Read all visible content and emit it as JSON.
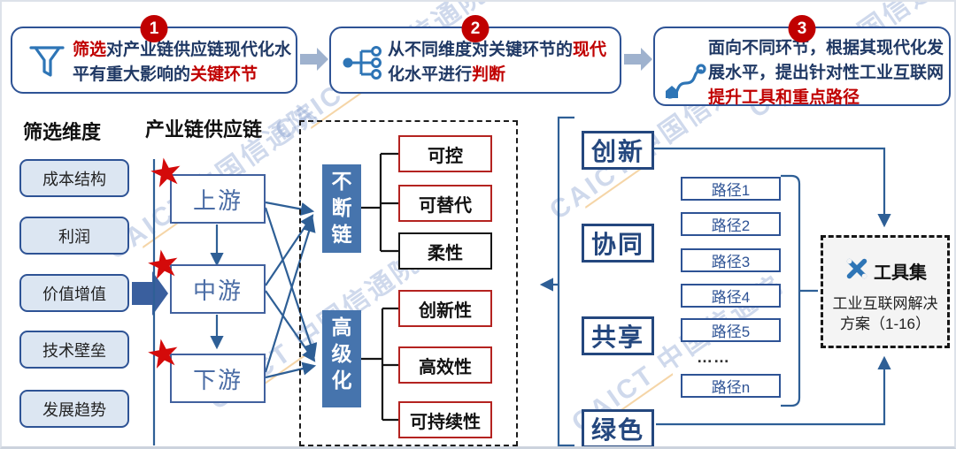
{
  "steps": [
    {
      "number": "1",
      "seg1": "筛选",
      "seg2": "对产业链供应链现代化水平有重大影响的",
      "seg3": "关键环节"
    },
    {
      "number": "2",
      "seg1": "从不同维度对关键环节的",
      "seg2": "现代",
      "seg3": "化水平进行",
      "seg4": "判断"
    },
    {
      "number": "3",
      "seg1": "面向不同环节，根据其现代化发展水平，提出针对性工业互联网",
      "seg2": "提升工具和重点路径"
    }
  ],
  "dimensions": {
    "title": "筛选维度",
    "items": [
      "成本结构",
      "利润",
      "价值增值",
      "技术壁垒",
      "发展趋势"
    ]
  },
  "chain": {
    "title": "产业链供应链",
    "nodes": [
      "上游",
      "中游",
      "下游"
    ]
  },
  "evaluation": {
    "unbroken": {
      "label": "不断链",
      "items": [
        "可控",
        "可替代",
        "柔性"
      ]
    },
    "advanced": {
      "label": "高级化",
      "items": [
        "创新性",
        "高效性",
        "可持续性"
      ]
    }
  },
  "themes": [
    "创新",
    "协同",
    "共享",
    "绿色"
  ],
  "paths": {
    "items": [
      "路径1",
      "路径2",
      "路径3",
      "路径4",
      "路径5"
    ],
    "ellipsis": "……",
    "last": "路径n"
  },
  "toolkit": {
    "title": "工具集",
    "subtitle": "工业互联网解决方案（1-16）"
  },
  "watermark": "CAICT 中国信通院",
  "icons": {
    "star": "★"
  },
  "colors": {
    "red": "#c00000",
    "navy": "#1f3864",
    "blue": "#2e5395",
    "steel": "#4674ad",
    "light_fill": "#dce6f2"
  }
}
